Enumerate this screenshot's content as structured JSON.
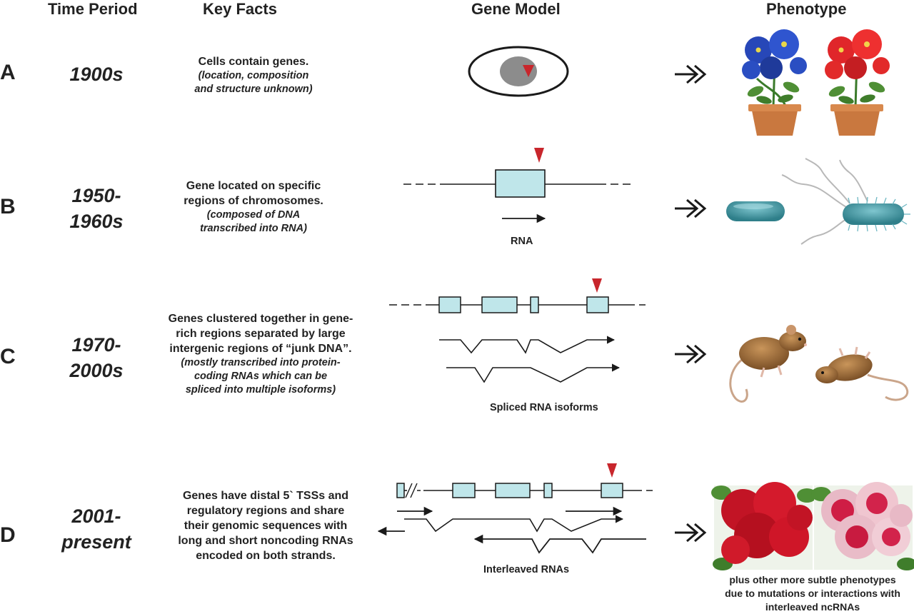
{
  "headers": {
    "time_period": "Time Period",
    "key_facts": "Key Facts",
    "gene_model": "Gene Model",
    "phenotype": "Phenotype"
  },
  "rows": [
    {
      "letter": "A",
      "period": "1900s",
      "facts_main": "Cells contain genes.",
      "facts_detail": [
        "(location, composition",
        "and structure unknown)"
      ],
      "gene_label": "",
      "phenotype_icons": [
        "blue-flower-pot-icon",
        "red-flower-pot-icon"
      ]
    },
    {
      "letter": "B",
      "period_lines": [
        "1950-",
        "1960s"
      ],
      "facts_main": [
        "Gene located on specific",
        "regions of chromosomes."
      ],
      "facts_detail": [
        "(composed of DNA",
        "transcribed into RNA)"
      ],
      "gene_label": "RNA",
      "phenotype_icons": [
        "bacterium-smooth-icon",
        "bacterium-flagellated-icon"
      ]
    },
    {
      "letter": "C",
      "period_lines": [
        "1970-",
        "2000s"
      ],
      "facts_main": [
        "Genes clustered together in gene-",
        "rich regions separated by large",
        "intergenic regions of “junk DNA”."
      ],
      "facts_detail": [
        "(mostly transcribed into protein-",
        "coding RNAs which can be",
        "spliced into multiple isoforms)"
      ],
      "gene_label": "Spliced RNA isoforms",
      "phenotype_icons": [
        "mouse-normal-icon",
        "mouse-mutant-icon"
      ]
    },
    {
      "letter": "D",
      "period_lines": [
        "2001-",
        "present"
      ],
      "facts_main": [
        "Genes have distal 5` TSSs and",
        "regulatory regions and share",
        "their genomic sequences with",
        "long and short noncoding RNAs",
        "encoded on both strands."
      ],
      "gene_label": "Interleaved RNAs",
      "phenotype_icons": [
        "red-geranium-icon",
        "variegated-geranium-icon"
      ],
      "phenotype_note": [
        "plus  other more subtle phenotypes",
        "due to mutations or interactions with",
        "interleaved ncRNAs"
      ]
    }
  ],
  "colors": {
    "exon_fill": "#bfe6ea",
    "mutation_marker": "#c8262c",
    "nucleus": "#8c8c8c",
    "line": "#1a1a1a"
  }
}
